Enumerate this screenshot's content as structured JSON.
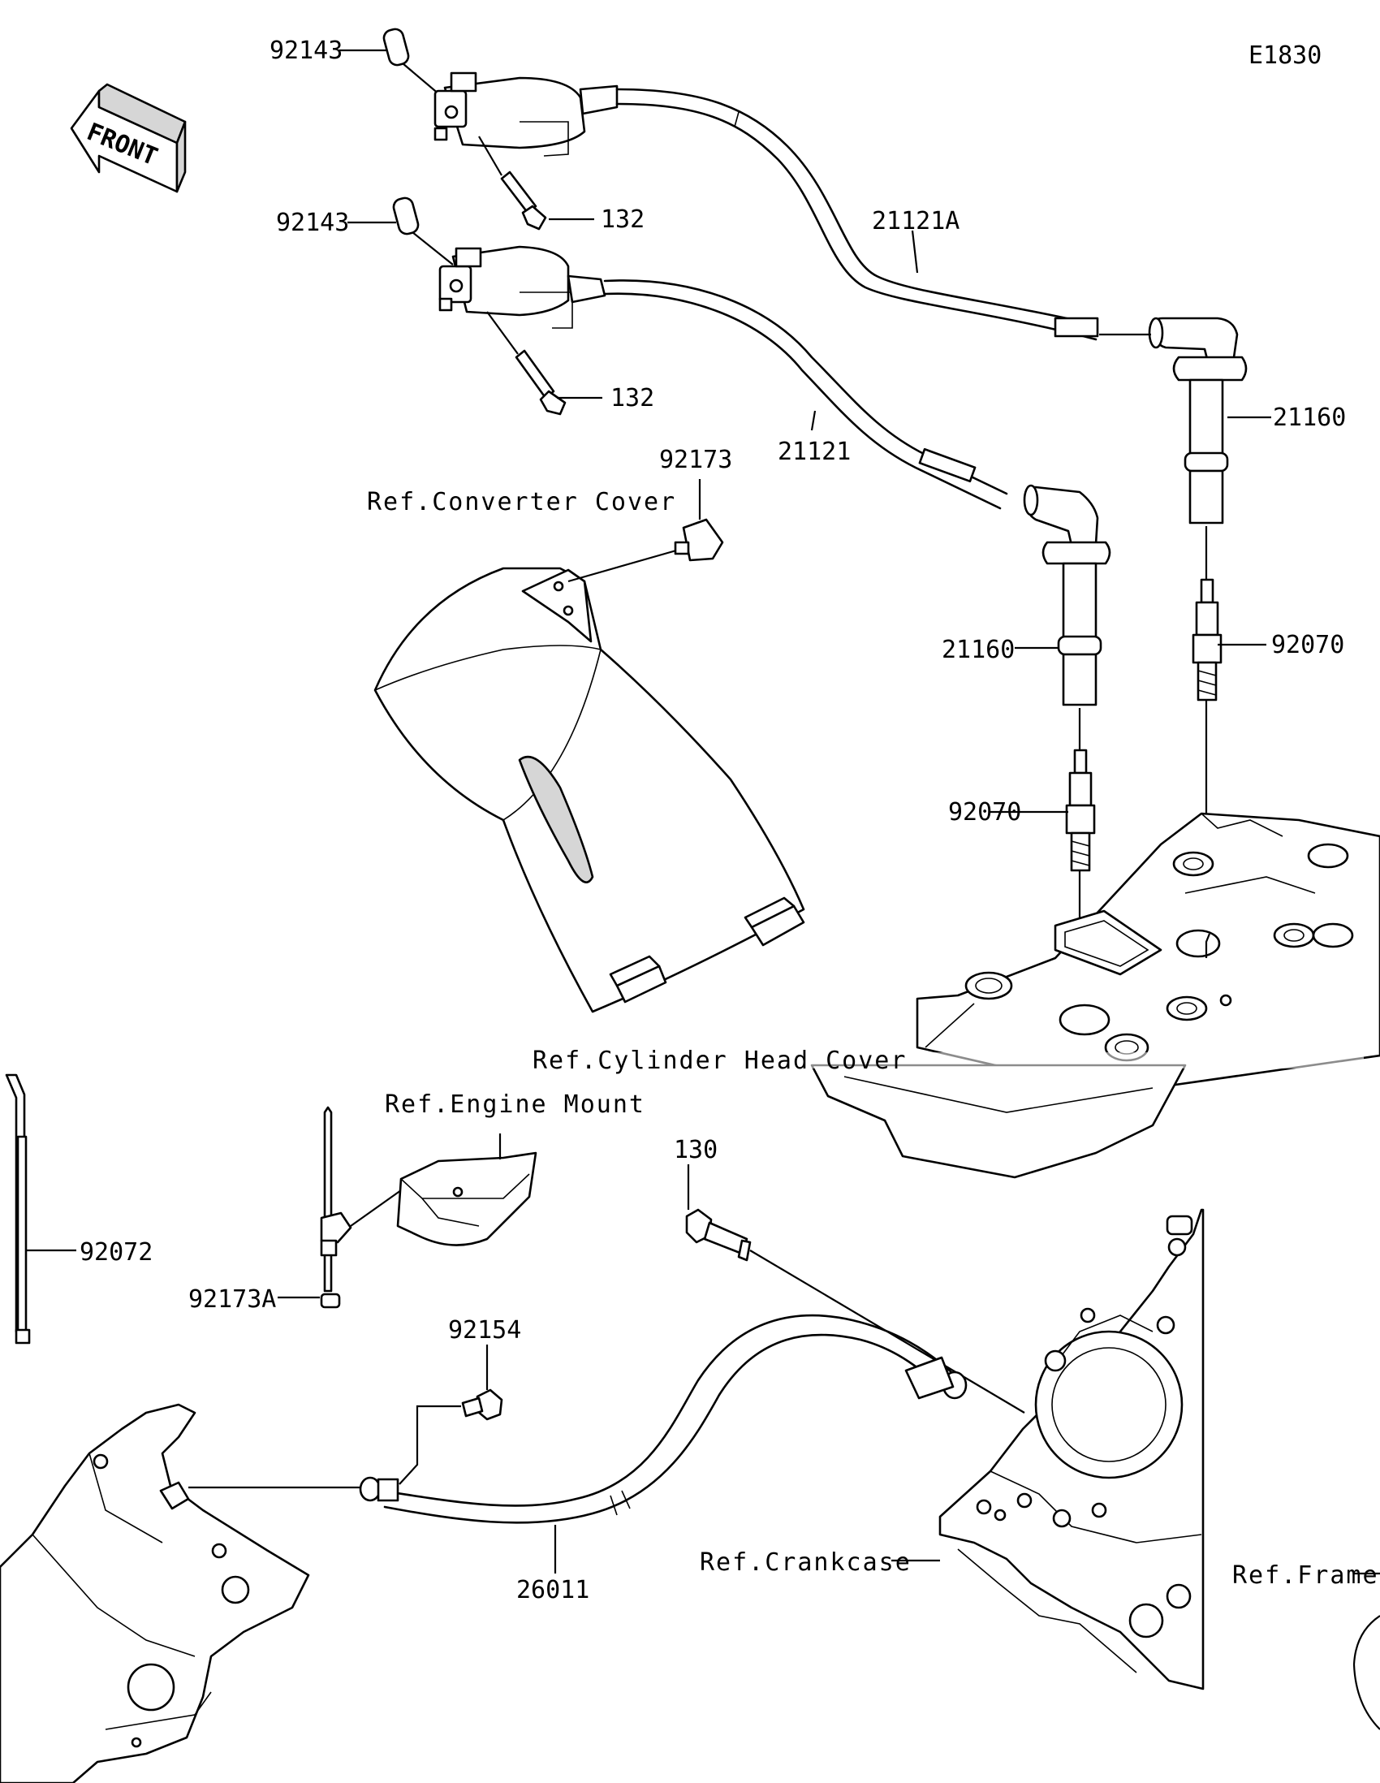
{
  "diagram_code": "E1830",
  "front_arrow": {
    "text": "FRONT",
    "icon": "front-arrow-icon"
  },
  "labels": {
    "p92143_top": "92143",
    "p92143_mid": "92143",
    "p132_top": "132",
    "p132_mid": "132",
    "p21121A": "21121A",
    "p21121": "21121",
    "p21160_right": "21160",
    "p21160_left": "21160",
    "p92070_right": "92070",
    "p92070_left": "92070",
    "p92173": "92173",
    "p92173A": "92173A",
    "p92072": "92072",
    "p92154": "92154",
    "p130": "130",
    "p26011": "26011"
  },
  "references": {
    "converter_cover": "Ref.Converter Cover",
    "cylinder_head_cover": "Ref.Cylinder Head Cover",
    "engine_mount": "Ref.Engine Mount",
    "crankcase": "Ref.Crankcase",
    "frame": "Ref.Frame"
  }
}
